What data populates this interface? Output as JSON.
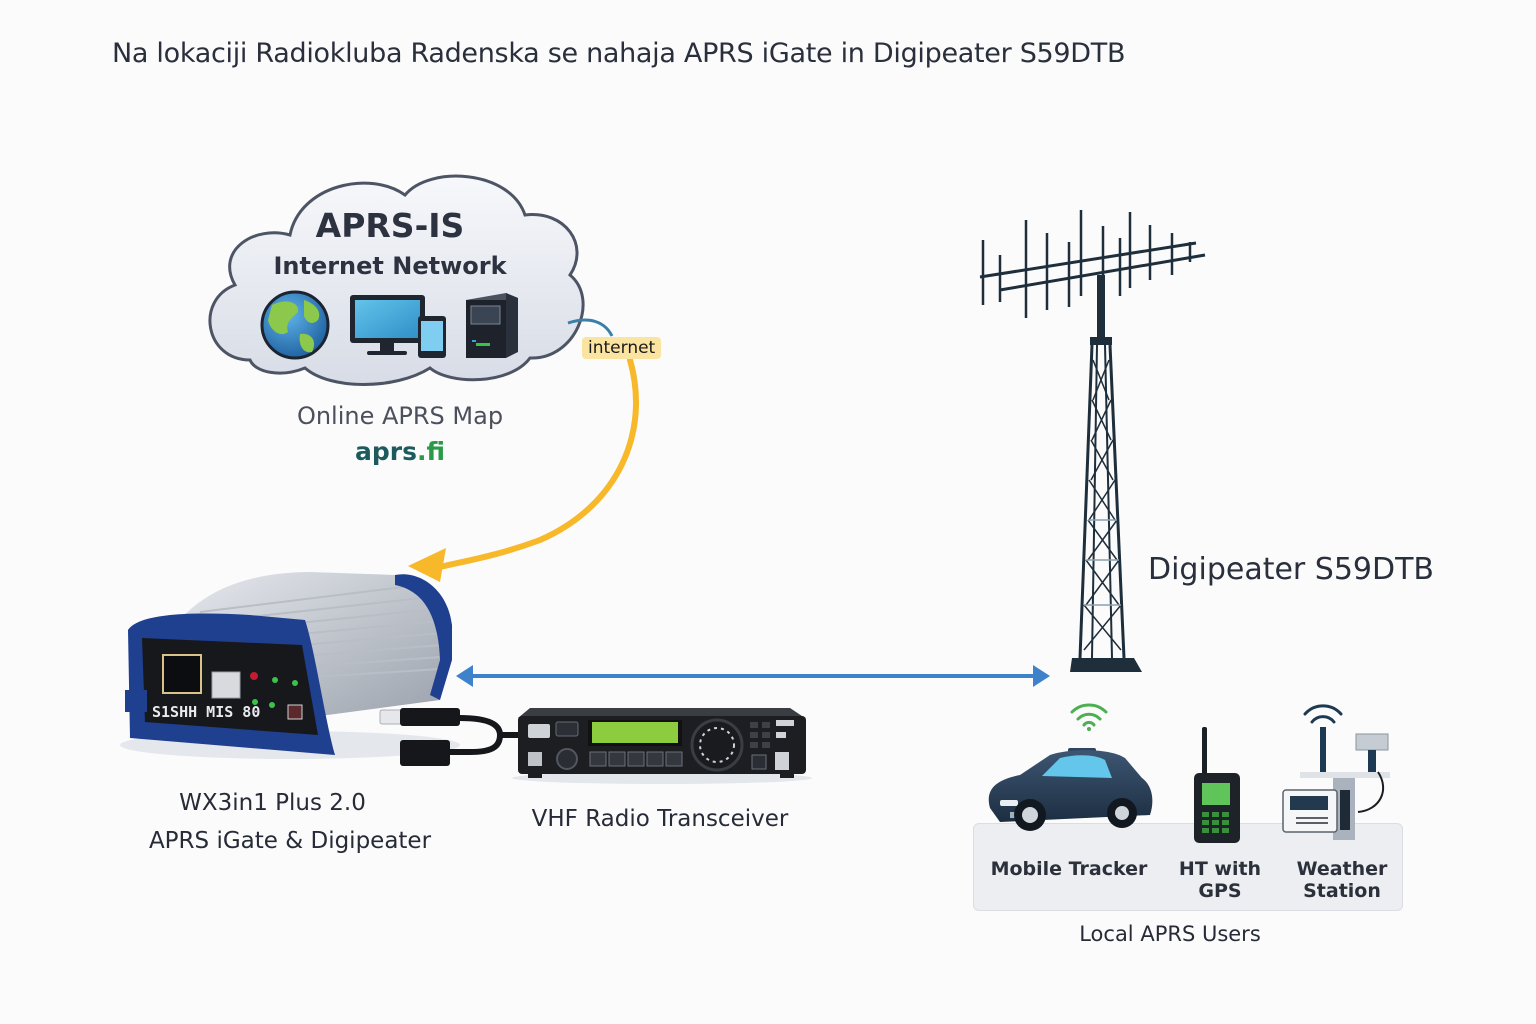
{
  "title": "Na lokaciji Radiokluba Radenska se nahaja APRS iGate in Digipeater S59DTB",
  "cloud": {
    "title": "APRS-IS",
    "subtitle": "Internet Network",
    "icons": [
      "globe-icon",
      "monitor-icon",
      "tablet-icon",
      "server-icon"
    ]
  },
  "connection_tag": "internet",
  "map": {
    "label": "Online APRS Map",
    "link_name": "aprs",
    "link_tld": ".fi"
  },
  "igate": {
    "name": "WX3in1 Plus 2.0",
    "role": "APRS iGate & Digipeater",
    "panel_text": "S1SHH MIS 80"
  },
  "radio": {
    "label": "VHF Radio Transceiver"
  },
  "digipeater": {
    "label": "Digipeater S59DTB"
  },
  "local_users": {
    "caption": "Local APRS Users",
    "items": [
      {
        "label_line1": "Mobile Tracker",
        "label_line2": "",
        "icon": "car-icon"
      },
      {
        "label_line1": "HT with GPS",
        "label_line2": "",
        "icon": "handheld-radio-icon"
      },
      {
        "label_line1": "Weather",
        "label_line2": "Station",
        "icon": "weather-station-icon"
      }
    ]
  },
  "colors": {
    "internet_arrow": "#f7b829",
    "radio_link_arrow": "#3f82cc",
    "igate_case": "#1f3f8f",
    "tower": "#1e2e3a",
    "aprs_fi_green": "#2a9a48",
    "signal_green": "#4caf50"
  }
}
